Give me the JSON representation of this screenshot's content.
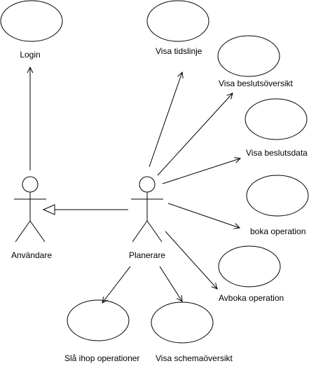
{
  "diagram": {
    "actors": [
      {
        "id": "anvandare",
        "label": "Användare"
      },
      {
        "id": "planerare",
        "label": "Planerare"
      }
    ],
    "use_cases": [
      {
        "id": "login",
        "label": "Login"
      },
      {
        "id": "visa_tidslinje",
        "label": "Visa tidslinje"
      },
      {
        "id": "visa_beslutsoversikt",
        "label": "Visa beslutsöversikt"
      },
      {
        "id": "visa_beslutsdata",
        "label": "Visa beslutsdata"
      },
      {
        "id": "boka_operation",
        "label": "boka operation"
      },
      {
        "id": "avboka_operation",
        "label": "Avboka operation"
      },
      {
        "id": "sla_ihop_operationer",
        "label": "Slå ihop operationer"
      },
      {
        "id": "visa_schemaoversikt",
        "label": "Visa schemaöversikt"
      }
    ],
    "associations": [
      {
        "from": "anvandare",
        "to": "login"
      },
      {
        "from": "planerare",
        "to": "visa_tidslinje"
      },
      {
        "from": "planerare",
        "to": "visa_beslutsoversikt"
      },
      {
        "from": "planerare",
        "to": "visa_beslutsdata"
      },
      {
        "from": "planerare",
        "to": "boka_operation"
      },
      {
        "from": "planerare",
        "to": "avboka_operation"
      },
      {
        "from": "planerare",
        "to": "sla_ihop_operationer"
      },
      {
        "from": "planerare",
        "to": "visa_schemaoversikt"
      }
    ],
    "generalizations": [
      {
        "from": "planerare",
        "to": "anvandare"
      }
    ],
    "colors": {
      "stroke": "#000000",
      "fill": "#ffffff"
    }
  }
}
